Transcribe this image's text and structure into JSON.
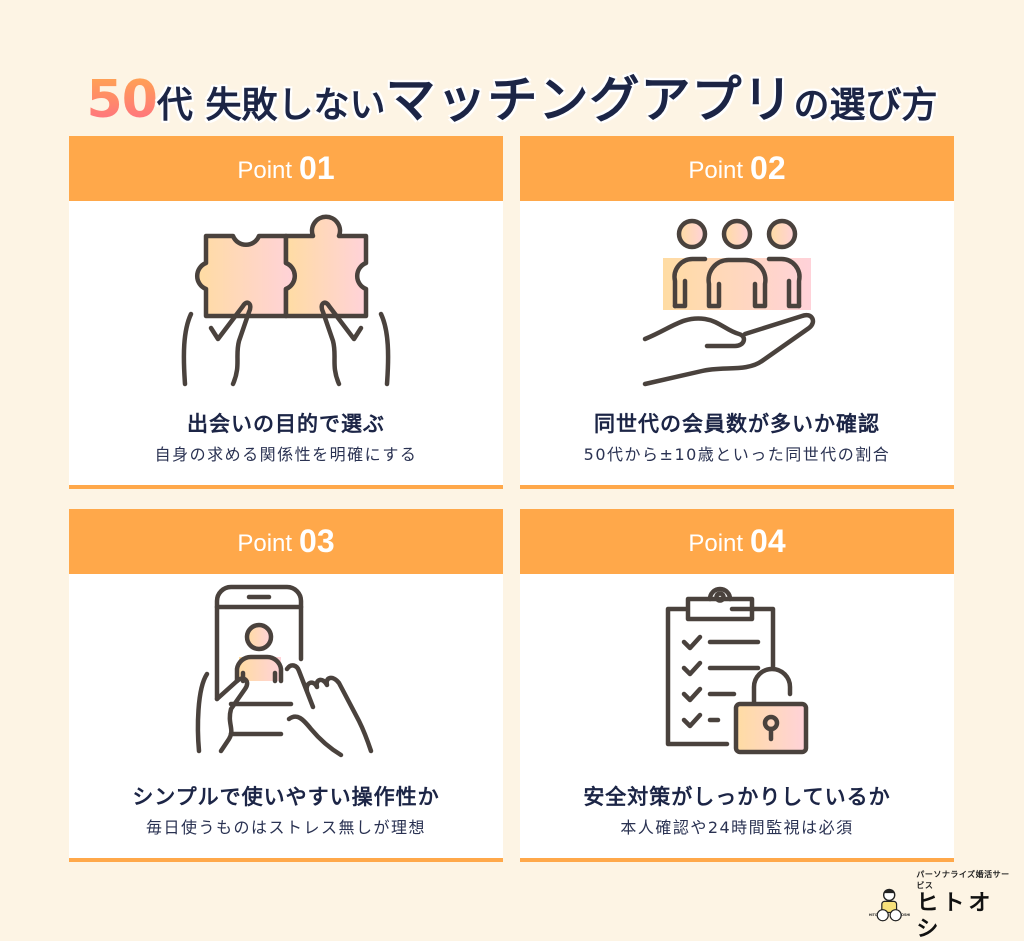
{
  "title": {
    "number": "50",
    "part1": "代 失敗しない",
    "part2": "マッチングアプリ",
    "part3": "の選び方"
  },
  "colors": {
    "background": "#fdf4e4",
    "accent": "#ffa84a",
    "text": "#1c2546",
    "icon_stroke": "#4a423d",
    "gradient_start": "#ffd9a0",
    "gradient_end": "#ffd3d8"
  },
  "cards": [
    {
      "point_label": "Point",
      "point_number": "01",
      "icon": "puzzle-hands-icon",
      "title": "出会いの目的で選ぶ",
      "subtitle": "自身の求める関係性を明確にする"
    },
    {
      "point_label": "Point",
      "point_number": "02",
      "icon": "people-on-hand-icon",
      "title": "同世代の会員数が多いか確認",
      "subtitle": "50代から±10歳といった同世代の割合"
    },
    {
      "point_label": "Point",
      "point_number": "03",
      "icon": "smartphone-touch-icon",
      "title": "シンプルで使いやすい操作性か",
      "subtitle": "毎日使うものはストレス無しが理想"
    },
    {
      "point_label": "Point",
      "point_number": "04",
      "icon": "checklist-lock-icon",
      "title": "安全対策がしっかりしているか",
      "subtitle": "本人確認や24時間監視は必須"
    }
  ],
  "logo": {
    "tagline": "パーソナライズ婚活サービス",
    "name": "ヒトオシ",
    "mark_text_left": "HITO",
    "mark_text_right": "OSHI"
  }
}
